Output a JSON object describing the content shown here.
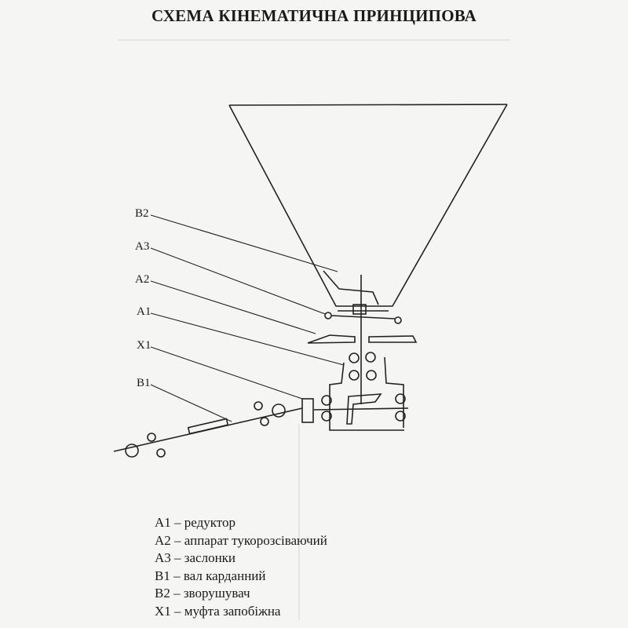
{
  "title": "СХЕМА КІНЕМАТИЧНА ПРИНЦИПОВА",
  "labels": {
    "B2": "B2",
    "A3": "A3",
    "A2": "A2",
    "A1": "A1",
    "X1": "X1",
    "B1": "B1"
  },
  "legend": [
    {
      "code": "A1",
      "sep": " – ",
      "text": "редуктор"
    },
    {
      "code": "A2",
      "sep": " – ",
      "text": "аппарат тукорозсіваючий"
    },
    {
      "code": "A3",
      "sep": " – ",
      "text": "заслонки"
    },
    {
      "code": "B1",
      "sep": " – ",
      "text": "вал карданний"
    },
    {
      "code": "B2",
      "sep": " – ",
      "text": "зворушувач"
    },
    {
      "code": "X1",
      "sep": " – ",
      "text": "муфта запобіжна"
    }
  ]
}
